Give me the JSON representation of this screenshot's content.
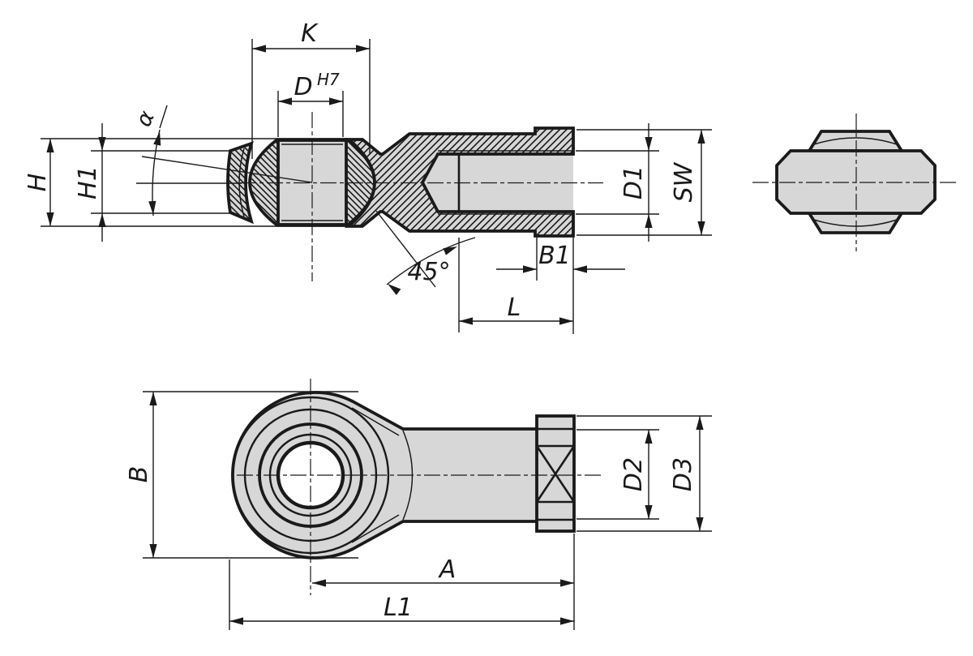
{
  "colors": {
    "background": "#ffffff",
    "line": "#1a1a1a",
    "part_fill": "#d7d7d7"
  },
  "dimensions": {
    "top_view": {
      "k": "K",
      "d": "D",
      "d_tolerance": "H7",
      "alpha": "α",
      "h": "H",
      "h1": "H1",
      "d1": "D1",
      "sw": "SW",
      "b1": "B1",
      "l": "L",
      "chamfer_angle": "45°"
    },
    "bottom_view": {
      "b": "B",
      "d2": "D2",
      "d3": "D3",
      "a": "A",
      "l1": "L1"
    }
  }
}
